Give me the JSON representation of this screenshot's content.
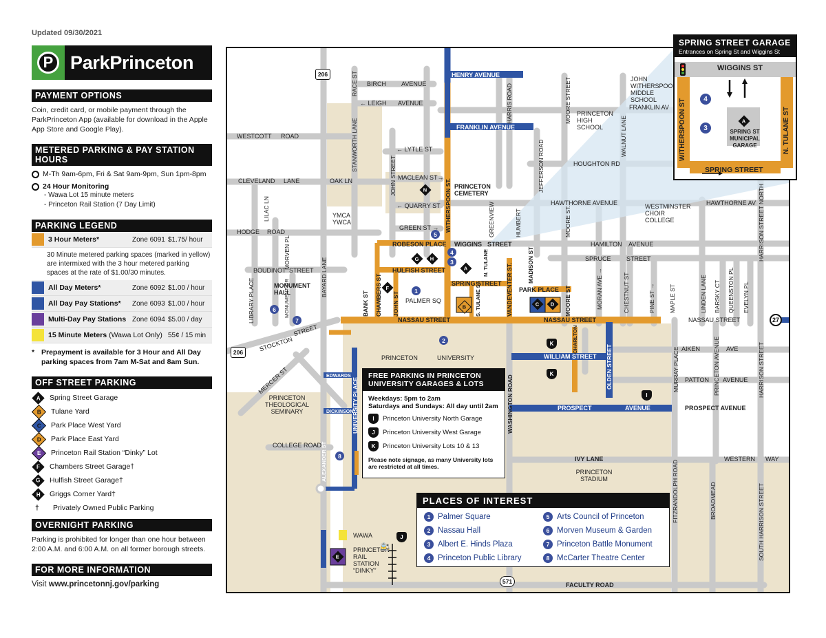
{
  "updated": "Updated 09/30/2021",
  "logo": {
    "letter": "P",
    "name": "ParkPrinceton"
  },
  "payment": {
    "heading": "PAYMENT OPTIONS",
    "text": "Coin, credit card, or mobile payment through the ParkPrinceton App (available for download in the Apple App Store and Google Play)."
  },
  "hours": {
    "heading": "METERED PARKING & PAY STATION HOURS",
    "line1": "M-Th 9am-6pm, Fri & Sat 9am-9pm, Sun 1pm-8pm",
    "line2": "24 Hour Monitoring",
    "sub1": "- Wawa Lot 15 minute meters",
    "sub2": "- Princeton Rail Station (7 Day Limit)"
  },
  "legend": {
    "heading": "PARKING LEGEND",
    "rows": [
      {
        "name": "3 Hour Meters*",
        "zone": "Zone 6091",
        "rate": "$1.75/ hour",
        "color": "#e39a2d"
      },
      {
        "name": "All Day Meters*",
        "zone": "Zone 6092",
        "rate": "$1.00 / hour",
        "color": "#2f55a4"
      },
      {
        "name": "All Day Pay Stations*",
        "zone": "Zone 6093",
        "rate": "$1.00 / hour",
        "color": "#2f55a4"
      },
      {
        "name": "Multi-Day Pay Stations",
        "zone": "Zone 6094",
        "rate": "$5.00 / day",
        "color": "#6a3f9c"
      },
      {
        "name": "15 Minute Meters",
        "name_suffix": "(Wawa Lot Only)",
        "zone": "",
        "rate": "55¢ / 15 min",
        "color": "#f4e33a"
      }
    ],
    "note": "30 Minute metered parking spaces (marked in yellow) are intermixed with the 3 hour metered parking spaces at the rate of $1.00/30 minutes.",
    "prepay": "Prepayment is available for 3 Hour and All Day parking spaces from 7am M-Sat and 8am Sun."
  },
  "offstreet": {
    "heading": "OFF STREET PARKING",
    "items": [
      {
        "code": "A",
        "label": "Spring Street Garage",
        "color": "#111111"
      },
      {
        "code": "B",
        "label": "Tulane Yard",
        "color": "#e39a2d"
      },
      {
        "code": "C",
        "label": "Park Place West Yard",
        "color": "#2f55a4"
      },
      {
        "code": "D",
        "label": "Park Place East Yard",
        "color": "#e39a2d"
      },
      {
        "code": "E",
        "label": "Princeton Rail Station “Dinky” Lot",
        "color": "#6a3f9c"
      },
      {
        "code": "F",
        "label": "Chambers Street Garage†",
        "color": "#111111"
      },
      {
        "code": "G",
        "label": "Hulfish Street Garage†",
        "color": "#111111"
      },
      {
        "code": "H",
        "label": "Griggs Corner Yard†",
        "color": "#111111"
      }
    ],
    "dagger_note": "Privately Owned Public Parking"
  },
  "overnight": {
    "heading": "OVERNIGHT PARKING",
    "text": "Parking is prohibited for longer than one hour between 2:00 A.M. and 6:00 A.M. on all former borough streets."
  },
  "more": {
    "heading": "FOR MORE INFORMATION",
    "prefix": "Visit ",
    "url": "www.princetonnj.gov/parking"
  },
  "inset": {
    "title": "SPRING STREET GARAGE",
    "subtitle": "Entrances on Spring St and Wiggins St",
    "top_street": "WIGGINS ST",
    "bottom_street": "SPRING STREET",
    "left_street": "WITHERSPOON ST",
    "right_street": "N. TULANE ST",
    "garage": "SPRING ST MUNICIPAL GARAGE",
    "pin4": "4",
    "pin3": "3",
    "code": "A"
  },
  "free_parking": {
    "heading": "FREE PARKING IN PRINCETON UNIVERSITY GARAGES & LOTS",
    "weekdays": "Weekdays: 5pm to 2am",
    "weekends": "Saturdays and Sundays: All day until 2am",
    "items": [
      {
        "code": "I",
        "label": "Princeton University North Garage"
      },
      {
        "code": "J",
        "label": "Princeton University West Garage"
      },
      {
        "code": "K",
        "label": "Princeton University Lots 10 & 13"
      }
    ],
    "note": "Please note signage, as many University lots are restricted at all times."
  },
  "places": {
    "heading": "PLACES OF INTEREST",
    "items": [
      {
        "num": "1",
        "label": "Palmer Square"
      },
      {
        "num": "5",
        "label": "Arts Council of Princeton"
      },
      {
        "num": "2",
        "label": "Nassau Hall"
      },
      {
        "num": "6",
        "label": "Morven Museum & Garden"
      },
      {
        "num": "3",
        "label": "Albert E. Hinds Plaza"
      },
      {
        "num": "7",
        "label": "Princeton Battle Monument"
      },
      {
        "num": "4",
        "label": "Princeton Public Library"
      },
      {
        "num": "8",
        "label": "McCarter Theatre Center"
      }
    ]
  },
  "map_labels": {
    "henry": "HENRY AVENUE",
    "birch": "BIRCH",
    "avenue1": "AVENUE",
    "leigh": "← LEIGH",
    "avenue2": "AVENUE",
    "franklin_ave": "FRANKLIN AVENUE",
    "franklin_av": "FRANKLIN AV",
    "westcott": "WESTCOTT",
    "road1": "ROAD",
    "lytle": "← LYTLE ST",
    "maclean": "MACLEAN ST→",
    "quarry": "← QUARRY ST",
    "green": "GREEN ST →",
    "cleveland": "CLEVELAND",
    "lane1": "LANE",
    "oak": "OAK LN",
    "hodge": "HODGE",
    "road2": "ROAD",
    "ymca": "YMCA",
    "ywca": "YWCA",
    "cemetery": "PRINCETON CEMETERY",
    "robeson": "ROBESON PLACE",
    "wiggins": "WIGGINS",
    "street1": "STREET",
    "hulfish": "HULFISH STREET",
    "spring": "SPRING STREET",
    "park_place": "PARK PLACE",
    "hamilton": "HAMILTON",
    "avenue3": "AVENUE",
    "spruce": "SPRUCE",
    "street2": "STREET",
    "boudinot": "BOUDINOT",
    "street3": "STREET",
    "monument_hall": "MONUMENT HALL",
    "palmer_sq": "PALMER SQ",
    "nassau1": "NASSAU STREET",
    "nassau2": "NASSAU STREET",
    "nassau3": "NASSAU STREET",
    "stockton": "STOCKTON",
    "street4": "STREET",
    "mercer": "MERCER ST",
    "princeton1": "PRINCETON",
    "university": "UNIVERSITY",
    "william": "WILLIAM STREET",
    "prospect1": "PROSPECT",
    "avenue4": "AVENUE",
    "prospect2": "PROSPECT AVENUE",
    "aiken": "AIKEN",
    "ave1": "AVE",
    "patton": "PATTON",
    "avenue5": "AVENUE",
    "seminary": "PRINCETON THEOLOGICAL SEMINARY",
    "edwards": "EDWARDS",
    "dickinson": "DICKINSON",
    "college_road": "COLLEGE ROAD",
    "ivy": "IVY LANE",
    "western": "WESTERN",
    "way": "WAY",
    "stadium": "PRINCETON STADIUM",
    "wawa": "WAWA",
    "rail": "PRINCETON RAIL STATION “DINKY”",
    "faculty": "FACULTY ROAD",
    "hs": "PRINCETON HIGH SCHOOL",
    "houghton": "HOUGHTON RD",
    "hawthorne1": "HAWTHORNE AVENUE",
    "hawthorne2": "HAWTHORNE AV",
    "westminster": "WESTMINSTER CHOIR COLLEGE",
    "jwms": "JOHN WITHERSPOON MIDDLE SCHOOL",
    "race": "RACE ST",
    "stanworth": "STANWORTH LANE",
    "john1": "JOHN STREET",
    "witherspoon": "WITHERSPOON ST.",
    "harris": "HARRIS ROAD",
    "moore1": "MOORE STREET",
    "walnut": "WALNUT LANE",
    "jefferson": "JEFFERSON ROAD",
    "greenview": "GREENVIEW",
    "humbert": "HUMBERT",
    "moore2": "MOORE ST.",
    "lilac": "LILAC LN",
    "morven": "MORVEN PL",
    "library": "LIBRARY PLACE",
    "bayard": "BAYARD LANE",
    "monument_dr": "MONUMENT DR",
    "bank": "BANK ST",
    "chambers": "CHAMBERS ST",
    "john2": "JOHN ST",
    "stulane": "S. TULANE ST",
    "ntulane": "N. TULANE",
    "vandeventer": "VANDEVENTER ST.",
    "madison": "MADISON ST",
    "moore3": "MOORE ST",
    "moran": "MORAN AVE →",
    "chestnut": "CHESTNUT ST",
    "pine": "PINE ST →",
    "maple": "MAPLE ST",
    "linden": "LINDEN LANE",
    "barsky": "BARSKY CT",
    "queenston": "QUEENSTON PL",
    "evelyn": "EVELYN PL",
    "harrison_n": "HARRISON STREET NORTH",
    "harrison": "HARRISON STREET",
    "murray": "MURRAY PLACE",
    "princeton_ave": "PRINCETON AVENUE",
    "charlton": "CHARLTON",
    "olden": "OLDEN STREET",
    "washington": "WASHINGTON ROAD",
    "university_pl": "UNIVERSITY PLACE",
    "alexander": "ALEXANDER ST",
    "fitzrandolph": "FITZRANDOLPH ROAD",
    "broadmead": "BROADMEAD",
    "south_harrison": "SOUTH HARRISON STREET",
    "rt206a": "206",
    "rt206b": "206",
    "rt27": "27",
    "rt571": "571"
  }
}
